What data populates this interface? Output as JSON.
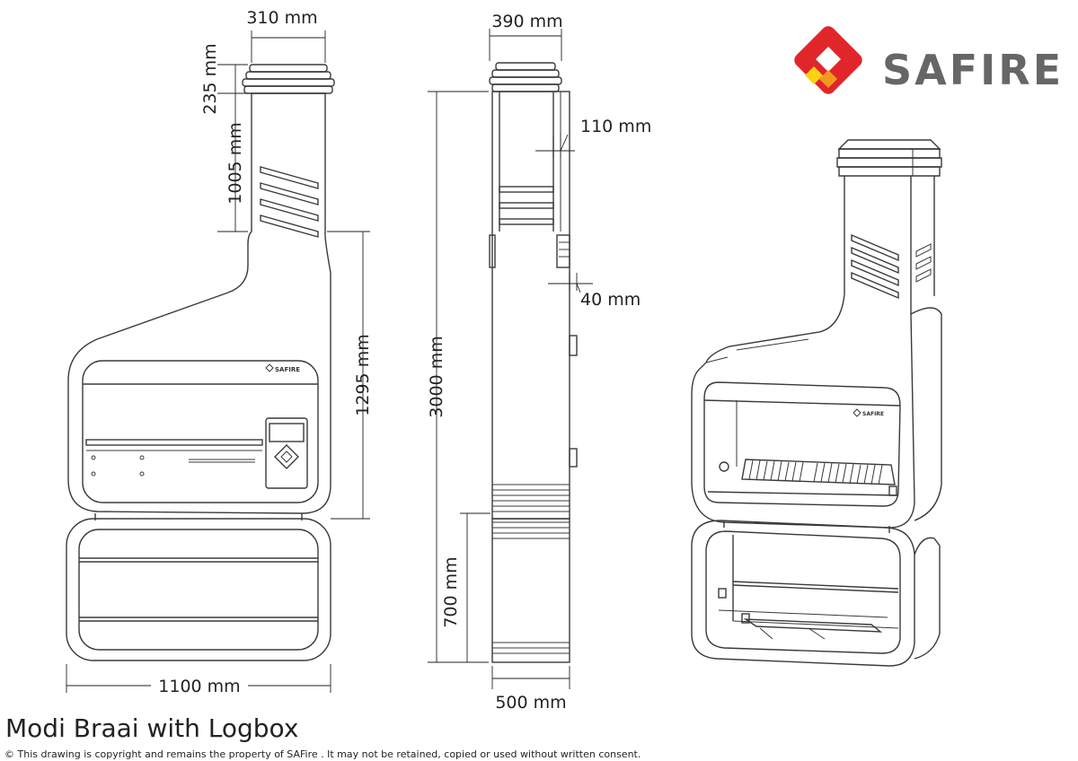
{
  "brand": {
    "name": "SAFIRE",
    "badge_text": "SAFIRE",
    "colors": {
      "red": "#e0262b",
      "orange": "#f39a1e",
      "yellow": "#fcd116",
      "grey": "#666666"
    }
  },
  "title": "Modi Braai with Logbox",
  "copyright": "© This drawing is copyright and remains the property of SAFire . It may not be retained, copied or used without written consent.",
  "dimensions": {
    "flue_width": "310 mm",
    "flue_depth": "390 mm",
    "cowl_height": "235 mm",
    "flue_height": "1005 mm",
    "braai_height": "1295 mm",
    "total_height": "3000 mm",
    "logbox_height": "700 mm",
    "total_width": "1100 mm",
    "total_depth": "500 mm",
    "offset_110": "110 mm",
    "offset_40": "40 mm"
  }
}
